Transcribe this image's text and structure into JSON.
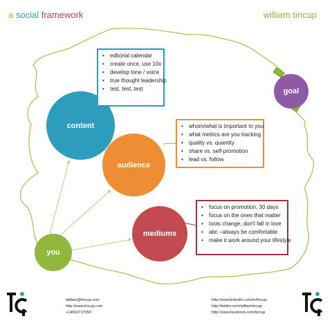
{
  "header": {
    "title_words": [
      "a",
      "social",
      "framework"
    ],
    "author": "william tincup"
  },
  "circles": {
    "content": "content",
    "audience": "audience",
    "mediums": "mediums",
    "you": "you",
    "goal": "goal"
  },
  "boxes": {
    "content": [
      "editorial calendar",
      "create once, use 10x",
      "develop tone / voice",
      "true thought leadership",
      "test, test, test"
    ],
    "audience": [
      "whom/what  is important to you",
      "what metrics are you tracking",
      "quality vs. quantity",
      "share vs. self-promotion",
      "lead vs. follow"
    ],
    "mediums": [
      "focus on promotion, 30 days",
      "focus on the ones that matter",
      "tools change, don't fall in love",
      "abc –always be comfortable",
      "make it work around your lifestyle"
    ]
  },
  "footer": {
    "left": [
      "william@tincup.com",
      "http://www.tincup.com",
      "+14693717050"
    ],
    "right": [
      "http://www.linkedin.com/in/tincup",
      "http://twitter.com/williamtincup",
      "http://www.facebook.com/tincup"
    ]
  },
  "colors": {
    "content": "#2d9dbd",
    "audience": "#ef8d35",
    "mediums": "#c24a50",
    "you": "#8fb83c",
    "goal": "#8e5aa5",
    "path": "#9fc24a"
  }
}
